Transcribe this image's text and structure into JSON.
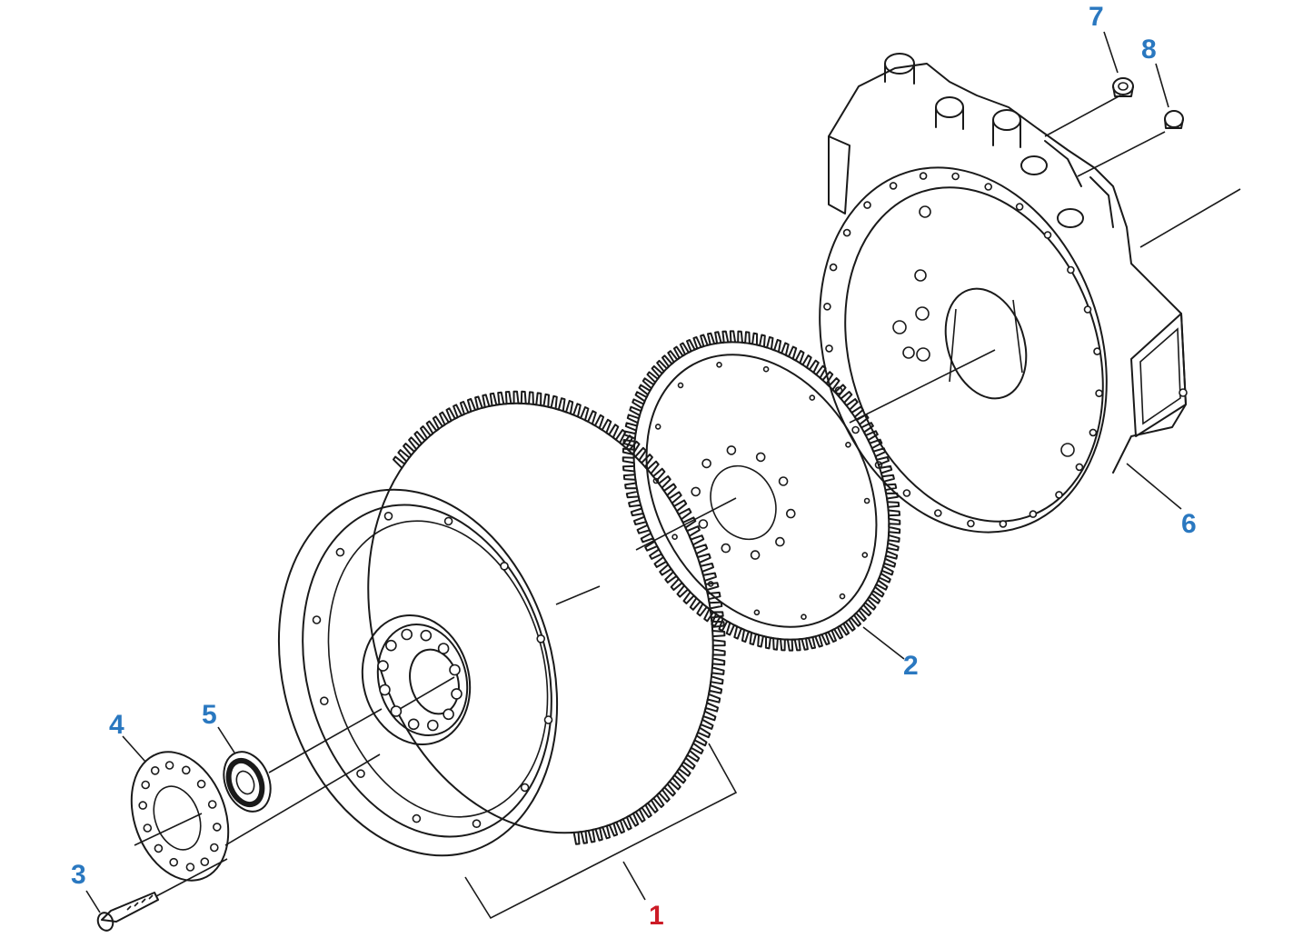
{
  "callouts": [
    {
      "id": "1",
      "color": "#cc1b26"
    },
    {
      "id": "2",
      "color": "#2a78c0"
    },
    {
      "id": "3",
      "color": "#2a78c0"
    },
    {
      "id": "4",
      "color": "#2a78c0"
    },
    {
      "id": "5",
      "color": "#2a78c0"
    },
    {
      "id": "6",
      "color": "#2a78c0"
    },
    {
      "id": "7",
      "color": "#2a78c0"
    },
    {
      "id": "8",
      "color": "#2a78c0"
    }
  ]
}
